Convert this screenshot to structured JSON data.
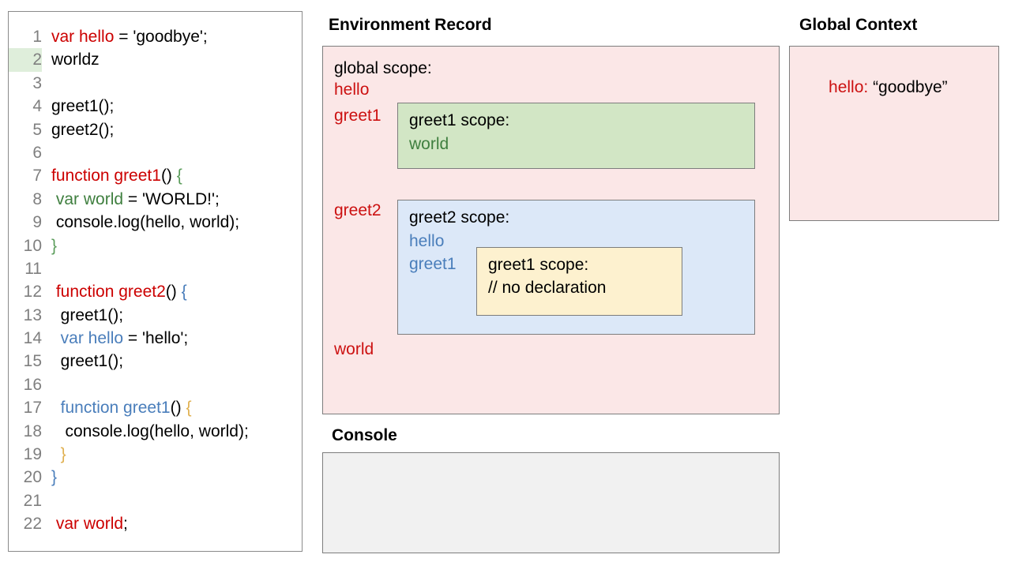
{
  "editor": {
    "lines": [
      {
        "num": "1",
        "highlight": false,
        "tokens": [
          {
            "t": "var hello",
            "c": "red"
          },
          {
            "t": " = 'goodbye';",
            "c": "black"
          }
        ]
      },
      {
        "num": "2",
        "highlight": true,
        "tokens": [
          {
            "t": "worldz",
            "c": "black"
          }
        ]
      },
      {
        "num": "3",
        "highlight": false,
        "tokens": [
          {
            "t": "",
            "c": "black"
          }
        ]
      },
      {
        "num": "4",
        "highlight": false,
        "tokens": [
          {
            "t": "greet1();",
            "c": "black"
          }
        ]
      },
      {
        "num": "5",
        "highlight": false,
        "tokens": [
          {
            "t": "greet2();",
            "c": "black"
          }
        ]
      },
      {
        "num": "6",
        "highlight": false,
        "tokens": [
          {
            "t": "",
            "c": "black"
          }
        ]
      },
      {
        "num": "7",
        "highlight": false,
        "tokens": [
          {
            "t": "function greet1",
            "c": "red"
          },
          {
            "t": "() ",
            "c": "black"
          },
          {
            "t": "{",
            "c": "greenbrace"
          }
        ]
      },
      {
        "num": "8",
        "highlight": false,
        "tokens": [
          {
            "t": " ",
            "c": "black"
          },
          {
            "t": "var world",
            "c": "green"
          },
          {
            "t": " = 'WORLD!';",
            "c": "black"
          }
        ]
      },
      {
        "num": "9",
        "highlight": false,
        "tokens": [
          {
            "t": " console.log(hello, world);",
            "c": "black"
          }
        ]
      },
      {
        "num": "10",
        "highlight": false,
        "tokens": [
          {
            "t": "}",
            "c": "greenbrace"
          }
        ]
      },
      {
        "num": "11",
        "highlight": false,
        "tokens": [
          {
            "t": "",
            "c": "black"
          }
        ]
      },
      {
        "num": "12",
        "highlight": false,
        "tokens": [
          {
            "t": " ",
            "c": "black"
          },
          {
            "t": "function greet2",
            "c": "red"
          },
          {
            "t": "() ",
            "c": "black"
          },
          {
            "t": "{",
            "c": "blue"
          }
        ]
      },
      {
        "num": "13",
        "highlight": false,
        "tokens": [
          {
            "t": "  greet1();",
            "c": "black"
          }
        ]
      },
      {
        "num": "14",
        "highlight": false,
        "tokens": [
          {
            "t": "  ",
            "c": "black"
          },
          {
            "t": "var hello",
            "c": "blue"
          },
          {
            "t": " = 'hello';",
            "c": "black"
          }
        ]
      },
      {
        "num": "15",
        "highlight": false,
        "tokens": [
          {
            "t": "  greet1();",
            "c": "black"
          }
        ]
      },
      {
        "num": "16",
        "highlight": false,
        "tokens": [
          {
            "t": "",
            "c": "black"
          }
        ]
      },
      {
        "num": "17",
        "highlight": false,
        "tokens": [
          {
            "t": "  ",
            "c": "black"
          },
          {
            "t": "function greet1",
            "c": "blue"
          },
          {
            "t": "() ",
            "c": "black"
          },
          {
            "t": "{",
            "c": "tan"
          }
        ]
      },
      {
        "num": "18",
        "highlight": false,
        "tokens": [
          {
            "t": "   console.log(hello, world);",
            "c": "black"
          }
        ]
      },
      {
        "num": "19",
        "highlight": false,
        "tokens": [
          {
            "t": "  ",
            "c": "black"
          },
          {
            "t": "}",
            "c": "tan"
          }
        ]
      },
      {
        "num": "20",
        "highlight": false,
        "tokens": [
          {
            "t": "}",
            "c": "blue"
          }
        ]
      },
      {
        "num": "21",
        "highlight": false,
        "tokens": [
          {
            "t": "",
            "c": "black"
          }
        ]
      },
      {
        "num": "22",
        "highlight": false,
        "tokens": [
          {
            "t": " ",
            "c": "black"
          },
          {
            "t": "var world",
            "c": "red"
          },
          {
            "t": ";",
            "c": "black"
          }
        ]
      }
    ]
  },
  "environment_record": {
    "title": "Environment Record",
    "global_scope": {
      "heading": "global scope:",
      "bindings": [
        "hello",
        "greet1",
        "greet2",
        "world"
      ]
    },
    "greet1_scope": {
      "heading": "greet1 scope:",
      "bindings": [
        "world"
      ]
    },
    "greet2_scope": {
      "heading": "greet2 scope:",
      "bindings": [
        "hello",
        "greet1"
      ]
    },
    "greet1_inner_scope": {
      "heading": "greet1 scope:",
      "bindings": [
        "// no declaration"
      ]
    }
  },
  "console": {
    "title": "Console",
    "output": ""
  },
  "global_context": {
    "title": "Global Context",
    "entries": [
      {
        "key": "hello:",
        "value": "“goodbye”"
      }
    ]
  },
  "colors": {
    "pink_bg": "#fbe7e7",
    "green_bg": "#d2e6c5",
    "blue_bg": "#dce8f8",
    "yellow_bg": "#fdf1cf",
    "console_bg": "#f1f1f1",
    "border": "#7d7d7d",
    "red_text": "#cc1111",
    "green_text": "#3f7f3f",
    "blue_text": "#4a7ebb",
    "gutter_text": "#7f7f7f",
    "line_highlight": "#dfeedb"
  }
}
